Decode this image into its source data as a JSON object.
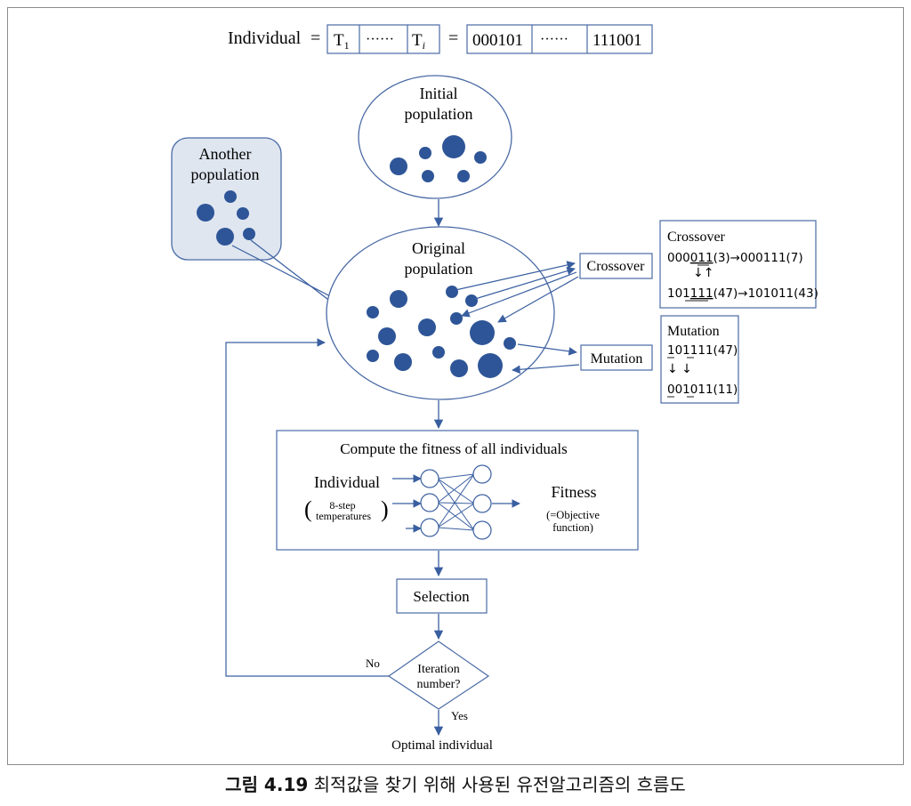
{
  "individual": {
    "label": "Individual",
    "eq1": "=",
    "eq2": "=",
    "t_first": "T",
    "t_first_sub": "1",
    "t_last": "T",
    "t_last_sub": "i",
    "dots": "······",
    "bits_first": "000101",
    "bits_dots": "······",
    "bits_last": "111001"
  },
  "initial_population": {
    "line1": "Initial",
    "line2": "population"
  },
  "another_population": {
    "line1": "Another",
    "line2": "population"
  },
  "original_population": {
    "line1": "Original",
    "line2": "population"
  },
  "crossover": {
    "label": "Crossover",
    "box_title": "Crossover",
    "r1_pre": "000",
    "r1_ul": "011",
    "r1_post": "(3)→000111(7)",
    "arrows": "↓↑",
    "r2_pre": "101",
    "r2_ul": "111",
    "r2_post": "(47)→101011(43)"
  },
  "mutation": {
    "label": "Mutation",
    "box_title": "Mutation",
    "r1_pre": "101",
    "r1_ul": "1",
    "r1_post": "11(47)",
    "arrows": "↓   ↓",
    "r2_pre0": "0",
    "r2_pre1": "01",
    "r2_ul": "0",
    "r2_post": "11(11)"
  },
  "fitness_box": {
    "title": "Compute the fitness of all individuals",
    "input_label": "Individual",
    "input_sub1": "8-step",
    "input_sub2": "temperatures",
    "output_label": "Fitness",
    "output_sub1": "(=Objective",
    "output_sub2": "function)"
  },
  "selection": "Selection",
  "decision": {
    "line1": "Iteration",
    "line2": "number?",
    "no": "No",
    "yes": "Yes"
  },
  "result": "Optimal individual",
  "caption": {
    "bold": "그림 4.19",
    "text": " 최적값을 찾기 위해 사용된 유전알고리즘의 흐름도"
  },
  "colors": {
    "dot": "#2e5597",
    "line": "#3a5fa0",
    "box_fill": "#dfe6f0",
    "border": "#4a6aa5"
  }
}
